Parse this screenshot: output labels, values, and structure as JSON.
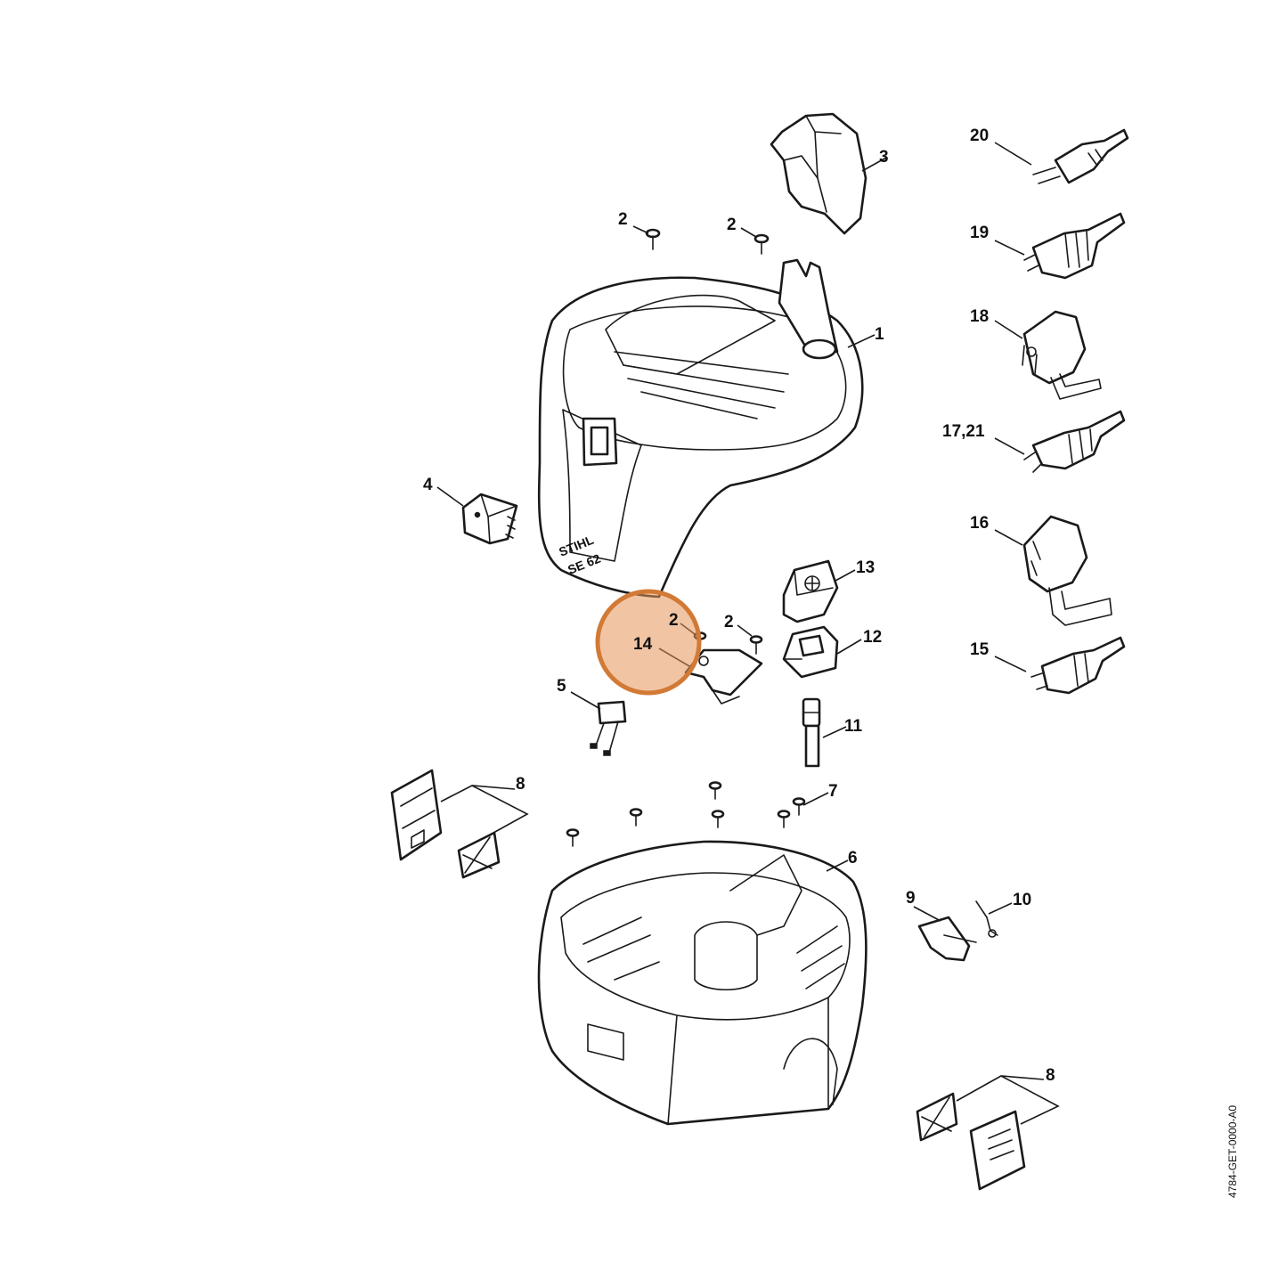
{
  "labels": {
    "p1": "1",
    "p2a": "2",
    "p2b": "2",
    "p2c": "2",
    "p2d": "2",
    "p3": "3",
    "p4": "4",
    "p5": "5",
    "p6": "6",
    "p7": "7",
    "p8a": "8",
    "p8b": "8",
    "p9": "9",
    "p10": "10",
    "p11": "11",
    "p12": "12",
    "p13": "13",
    "p14": "14",
    "p15": "15",
    "p16": "16",
    "p17_21": "17,21",
    "p18": "18",
    "p19": "19",
    "p20": "20"
  },
  "logo": {
    "brand": "STIHL",
    "model": "SE 62"
  },
  "document_id": "4784-GET-0000-A0",
  "highlight": {
    "part": "14",
    "color": "#e6955a"
  }
}
